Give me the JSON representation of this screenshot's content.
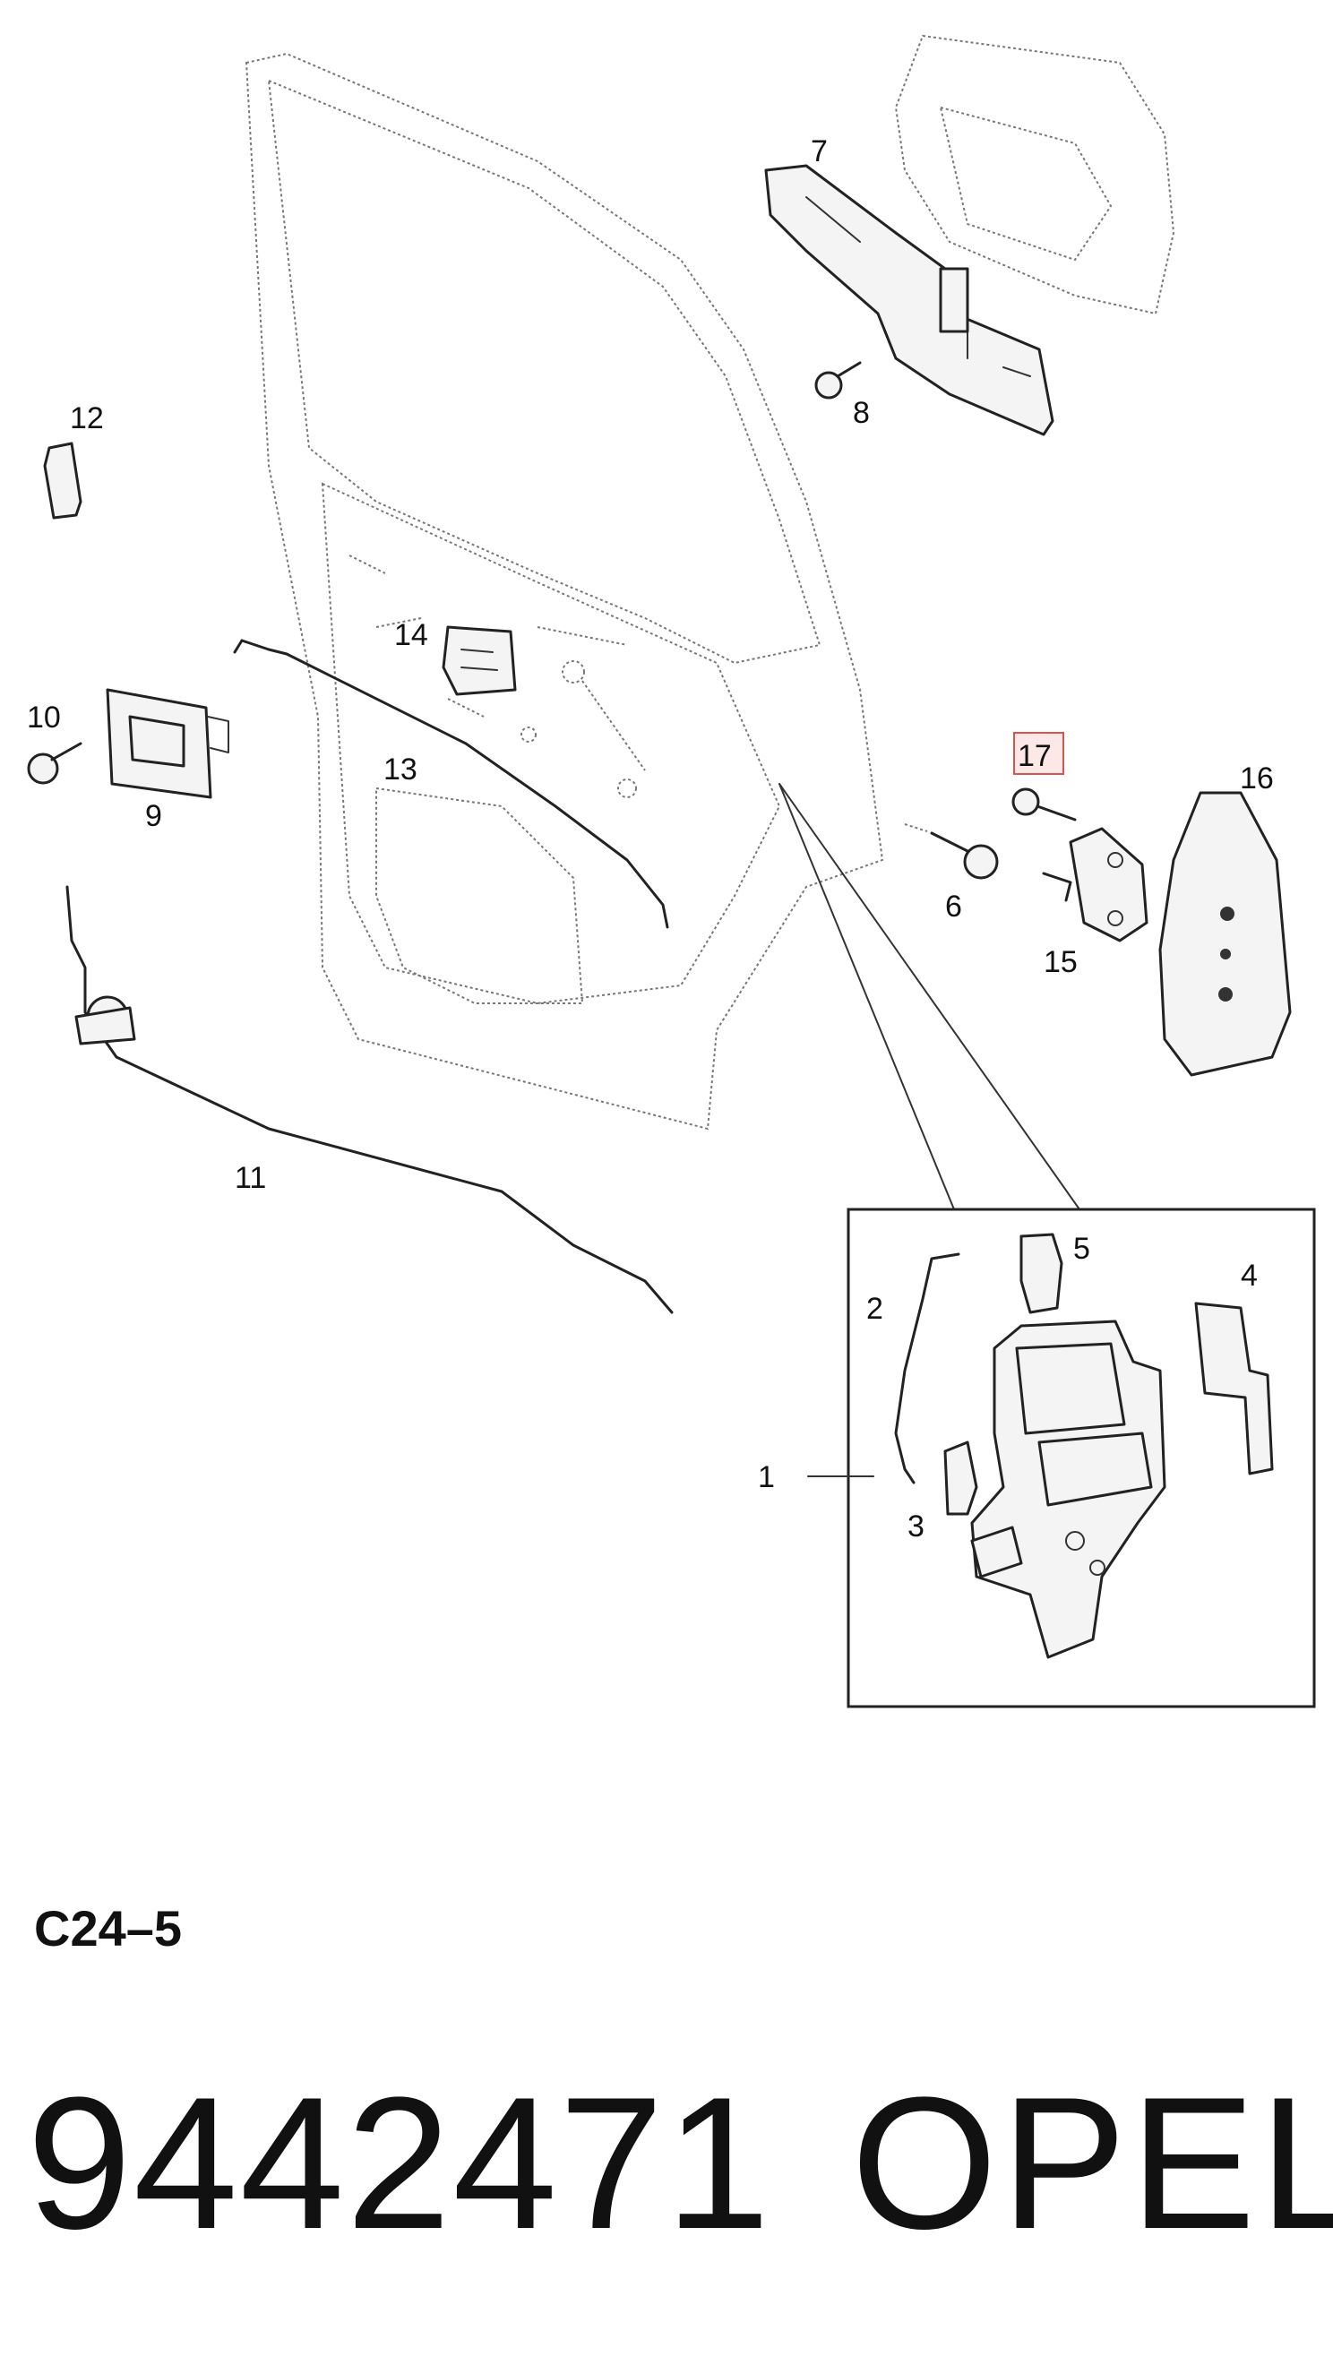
{
  "diagram": {
    "callouts": {
      "c1": "1",
      "c2": "2",
      "c3": "3",
      "c4": "4",
      "c5": "5",
      "c6": "6",
      "c7": "7",
      "c8": "8",
      "c9": "9",
      "c10": "10",
      "c11": "11",
      "c12": "12",
      "c13": "13",
      "c14": "14",
      "c15": "15",
      "c16": "16",
      "c17": "17"
    },
    "highlighted_callout": "17",
    "highlight_color": "#d9534f"
  },
  "footer": {
    "section_code": "C24–5",
    "part_number": "9442471",
    "brand": "OPEL"
  }
}
